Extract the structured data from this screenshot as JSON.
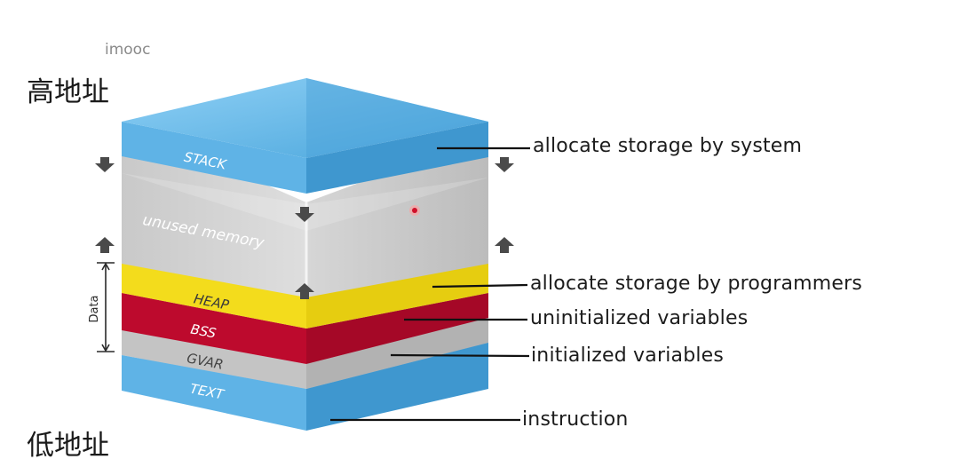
{
  "watermark": "imooc",
  "address": {
    "high": "高地址",
    "low": "低地址"
  },
  "layers": {
    "stack": "STACK",
    "unused": "unused memory",
    "heap": "HEAP",
    "bss": "BSS",
    "gvar": "GVAR",
    "text": "TEXT"
  },
  "bracket_label": "Data",
  "callouts": {
    "stack": "allocate storage by system",
    "heap": "allocate storage by programmers",
    "bss": "uninitialized variables",
    "gvar": "initialized variables",
    "text": "instruction"
  },
  "colors": {
    "blue": "#5fb3e6",
    "blue_dark": "#3f97cf",
    "yellow": "#f3dc1c",
    "red": "#bd0a2d",
    "gray": "#cfcfcf",
    "arrow": "#4a4a4a"
  },
  "icons": [
    "down-arrow-icon",
    "up-arrow-icon",
    "laser-pointer-icon"
  ]
}
